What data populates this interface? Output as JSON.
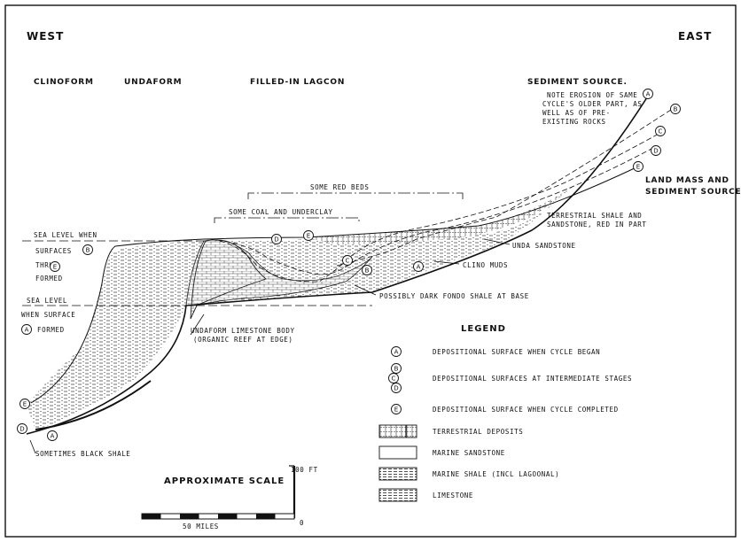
{
  "labels": {
    "west": "WEST",
    "east": "EAST",
    "clinoform": "CLINOFORM",
    "undaform": "UNDAFORM",
    "filled_lagoon": "FILLED-IN LAGCON",
    "sediment_source": "SEDIMENT SOURCE.",
    "erosion_note": [
      "NOTE EROSION OF SAME",
      "CYCLE'S OLDER PART, AS",
      "WELL AS OF PRE-",
      "EXISTING ROCKS"
    ],
    "land_mass": [
      "LAND MASS AND",
      "SEDIMENT SOURCE"
    ],
    "red_beds": "SOME RED BEDS",
    "coal": "SOME COAL AND UNDERCLAY",
    "terrestrial_shale": [
      "TERRESTRIAL SHALE AND",
      "SANDSTONE, RED IN PART"
    ],
    "unda_sandstone": "UNDA SANDSTONE",
    "clino_muds": "CLINO MUDS",
    "fondo_shale": "POSSIBLY DARK FONDO SHALE AT BASE",
    "sea_level_when": "SEA LEVEL WHEN",
    "surfaces": "SURFACES",
    "thru": "THRU",
    "formed": "FORMED",
    "sea_level": "SEA LEVEL",
    "when_surface": "WHEN SURFACE",
    "formed_a": "FORMED",
    "limestone_body": [
      "UNDAFORM LIMESTONE BODY",
      "(ORGANIC REEF AT EDGE)"
    ],
    "black_shale": "SOMETIMES BLACK SHALE"
  },
  "surface_markers": [
    "A",
    "B",
    "C",
    "D",
    "E"
  ],
  "legend": {
    "title": "LEGEND",
    "surfaces": [
      {
        "markers": [
          "A"
        ],
        "text": "DEPOSITIONAL SURFACE WHEN CYCLE BEGAN"
      },
      {
        "markers": [
          "B",
          "C",
          "D"
        ],
        "text": "DEPOSITIONAL SURFACES AT INTERMEDIATE STAGES"
      },
      {
        "markers": [
          "E"
        ],
        "text": "DEPOSITIONAL SURFACE WHEN CYCLE COMPLETED"
      }
    ],
    "patterns": [
      {
        "pattern": "terrestrial",
        "text": "TERRESTRIAL DEPOSITS"
      },
      {
        "pattern": "sandstone",
        "text": "MARINE SANDSTONE"
      },
      {
        "pattern": "shale",
        "text": "MARINE SHALE (INCL LAGOONAL)"
      },
      {
        "pattern": "limestone",
        "text": "LIMESTONE"
      }
    ]
  },
  "scale": {
    "title": "APPROXIMATE SCALE",
    "vertical": "100 FT",
    "horizontal": "50 MILES",
    "zero": "0"
  }
}
